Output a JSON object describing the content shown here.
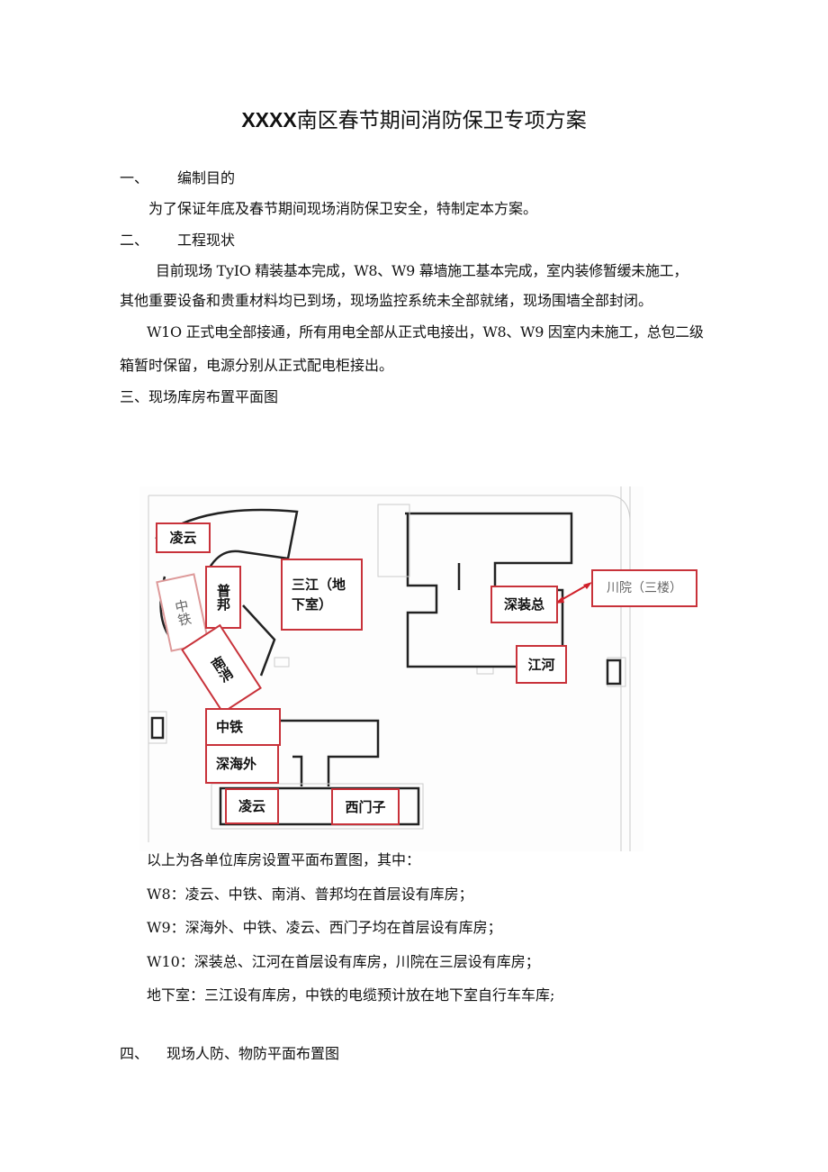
{
  "title": {
    "prefix": "XXXX",
    "main": "南区春节期间消防保卫专项方案"
  },
  "sections": [
    {
      "num": "一、",
      "heading": "编制目的"
    },
    {
      "num": "二、",
      "heading": "工程现状"
    },
    {
      "num": "三、",
      "heading": "现场库房布置平面图"
    },
    {
      "num": "四、",
      "heading": "现场人防、物防平面布置图"
    }
  ],
  "paragraphs": {
    "purpose": "为了保证年底及春节期间现场消防保卫安全，特制定本方案。",
    "status1_line1": "目前现场 TyIO 精装基本完成，W8、W9 幕墙施工基本完成，室内装修暂缓未施工，",
    "status1_line2": "其他重要设备和贵重材料均已到场，现场监控系统未全部就绪，现场围墙全部封闭。",
    "status2_line1": "W1O 正式电全部接通，所有用电全部从正式电接出，W8、W9 因室内未施工，总包二级",
    "status2_line2": "箱暂时保留，电源分别从正式配电柜接出。"
  },
  "plan_labels": {
    "lingyun_top": "凌云",
    "zhongtie_top": "中铁",
    "pubang": "普邦",
    "nanxiao": "南消",
    "sanjiang": "三江（地下室）",
    "shenzhuangzong": "深装总",
    "jianghe": "江河",
    "chuanyuan": "川院（三楼）",
    "zhongtie_bottom": "中铁",
    "shenhaiwai": "深海外",
    "lingyun_bottom": "凌云",
    "ximenzi": "西门子"
  },
  "notes": {
    "intro": "以上为各单位库房设置平面布置图，其中：",
    "w8": "W8：凌云、中铁、南消、普邦均在首层设有库房；",
    "w9": "W9：深海外、中铁、凌云、西门子均在首层设有库房；",
    "w10": "W10：深装总、江河在首层设有库房，川院在三层设有库房；",
    "basement": "地下室：三江设有库房，中铁的电缆预计放在地下室自行车车库;"
  },
  "colors": {
    "label_border": "#c8323a",
    "arrow": "#d0202a"
  }
}
